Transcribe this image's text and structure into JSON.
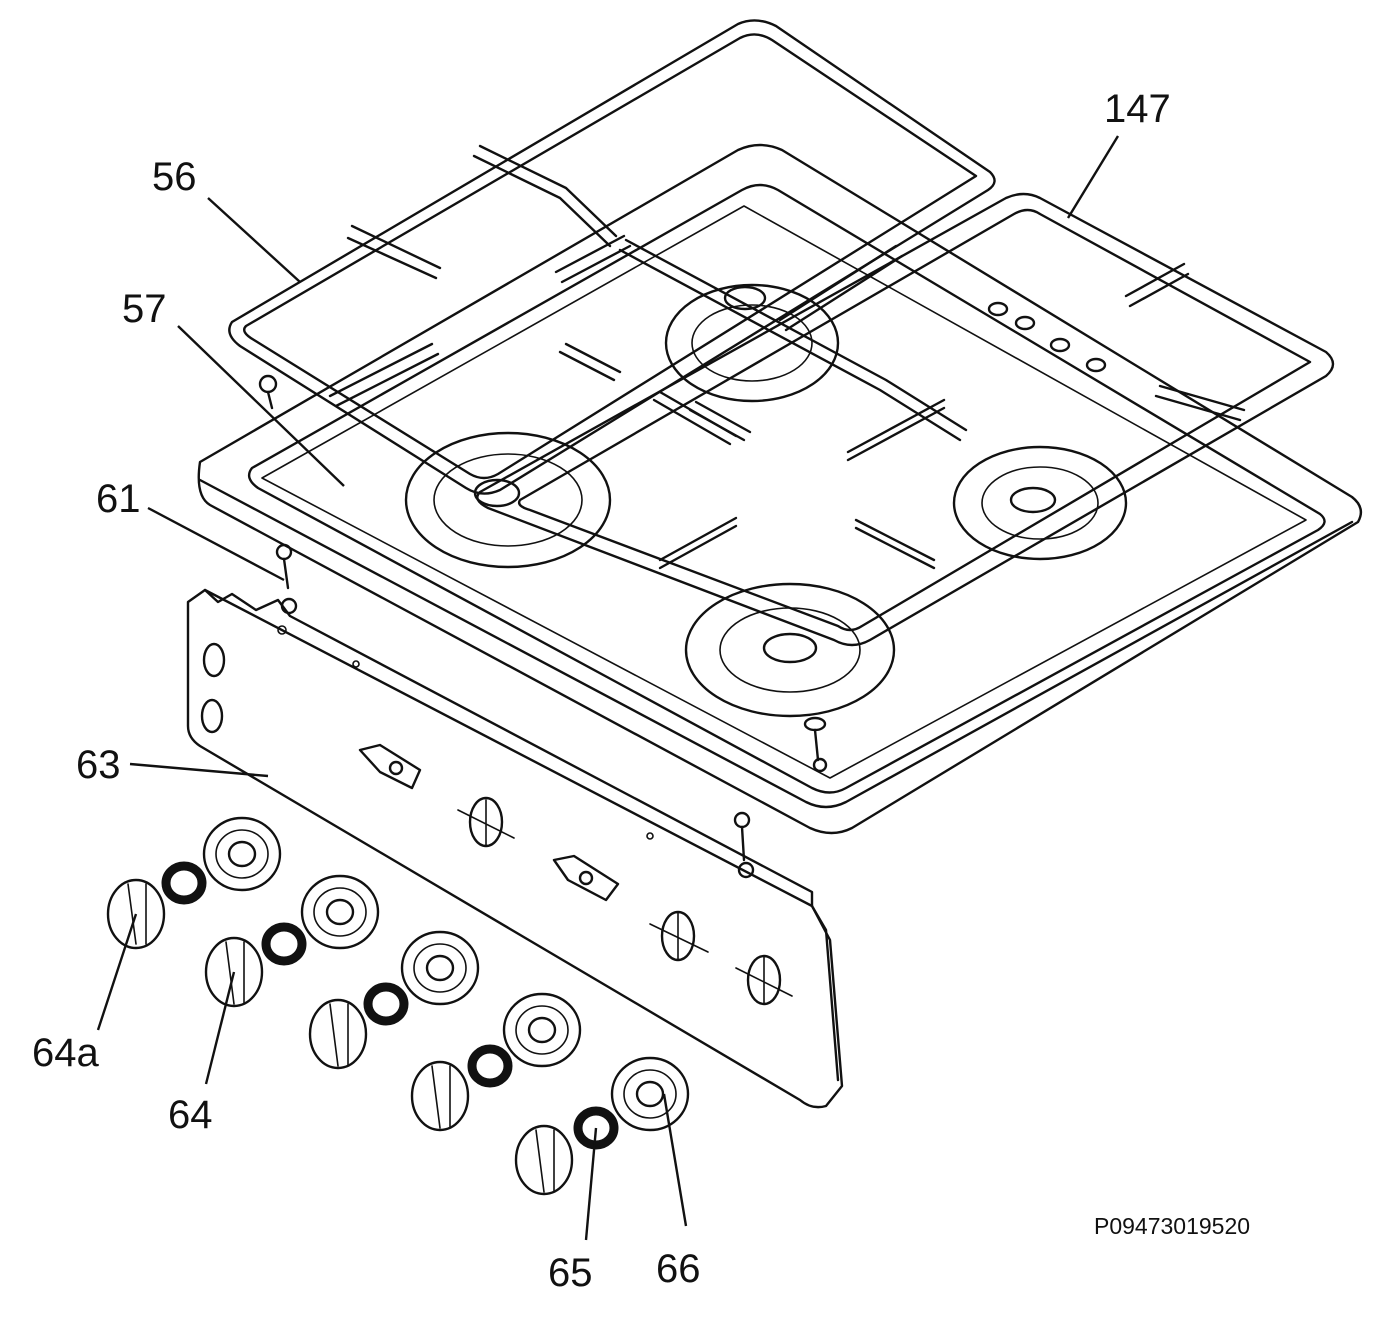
{
  "labels": {
    "p56": "56",
    "p57": "57",
    "p61": "61",
    "p63": "63",
    "p64a": "64a",
    "p64": "64",
    "p65": "65",
    "p66": "66",
    "p147": "147"
  },
  "drawing_code": "P09473019520"
}
